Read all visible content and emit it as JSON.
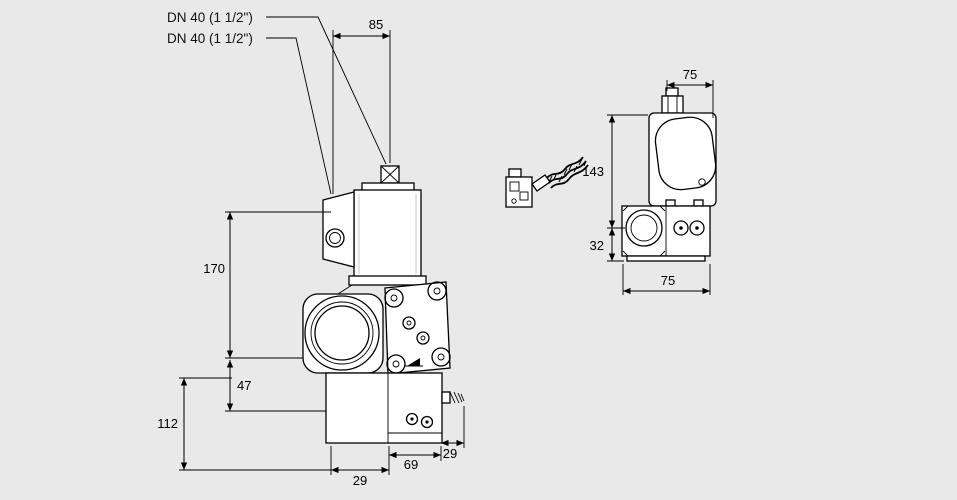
{
  "canvas": {
    "bg_color": "#e9e9e9",
    "line_color": "#000000",
    "fill_color": "#ffffff"
  },
  "labels": {
    "dn_line_1": "DN 40 (1 1/2\")",
    "dn_line_2": "DN 40 (1 1/2\")"
  },
  "dimensions": {
    "front_view": {
      "top_width": "85",
      "body_height": "170",
      "flange_to_base": "47",
      "base_height": "112",
      "bottom_left": "29",
      "bottom_center": "69",
      "bottom_right": "29"
    },
    "side_view": {
      "top_width": "75",
      "upper_height": "143",
      "lower_height": "32",
      "bottom_width": "75"
    }
  }
}
